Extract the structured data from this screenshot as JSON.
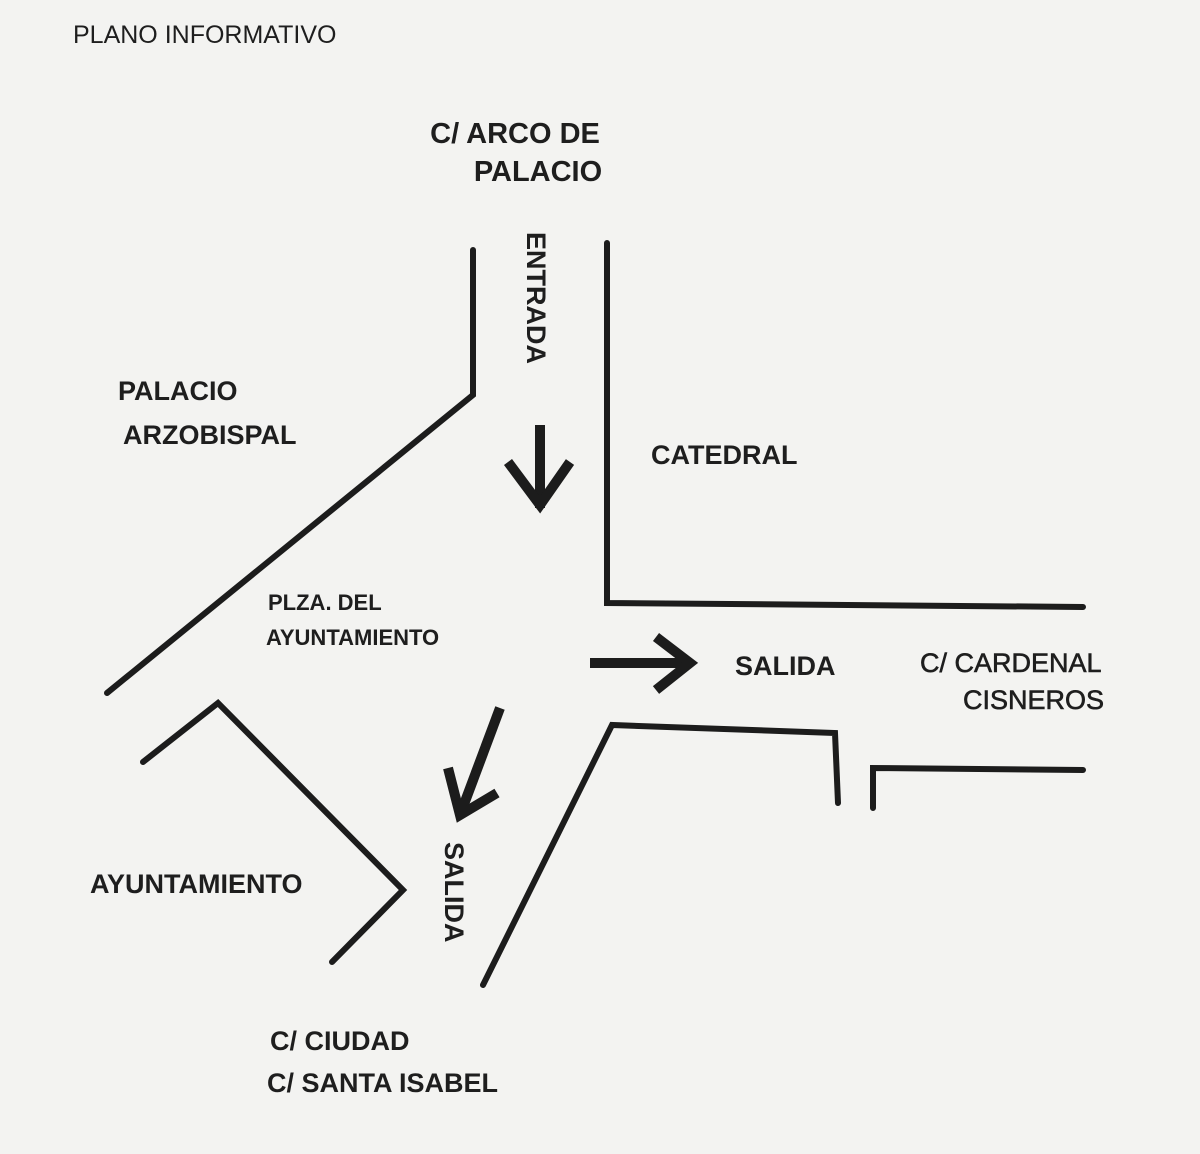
{
  "title": "PLANO INFORMATIVO",
  "labels": {
    "arco_palacio_1": "C/ ARCO DE",
    "arco_palacio_2": "PALACIO",
    "entrada": "ENTRADA",
    "palacio_1": "PALACIO",
    "palacio_2": "ARZOBISPAL",
    "catedral": "CATEDRAL",
    "plaza_1": "PLZA. DEL",
    "plaza_2": "AYUNTAMIENTO",
    "salida_east": "SALIDA",
    "cardenal_1": "C/ CARDENAL",
    "cardenal_2": "CISNEROS",
    "ayuntamiento": "AYUNTAMIENTO",
    "salida_south": "SALIDA",
    "ciudad": "C/ CIUDAD",
    "santa_isabel": "C/ SANTA ISABEL"
  },
  "colors": {
    "ink": "#1c1c1c",
    "paper": "#f3f3f1"
  }
}
